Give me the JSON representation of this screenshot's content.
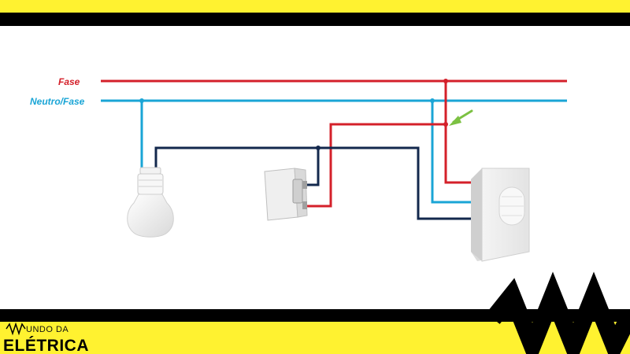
{
  "colors": {
    "frame_yellow": "#FFF230",
    "frame_black": "#000000",
    "phase_wire": "#D4202A",
    "neutral_wire": "#1AA5D6",
    "return_wire": "#13284D",
    "arrow": "#7CC142"
  },
  "labels": {
    "phase": "Fase",
    "neutral": "Neutro/Fase"
  },
  "brand": {
    "top": "UNDO DA",
    "main": "ELÉTRICA"
  },
  "components": {
    "lamp": "lamp-icon",
    "switch": "wall-switch-icon",
    "sensor": "presence-sensor-icon",
    "pointer": "arrow-icon"
  }
}
